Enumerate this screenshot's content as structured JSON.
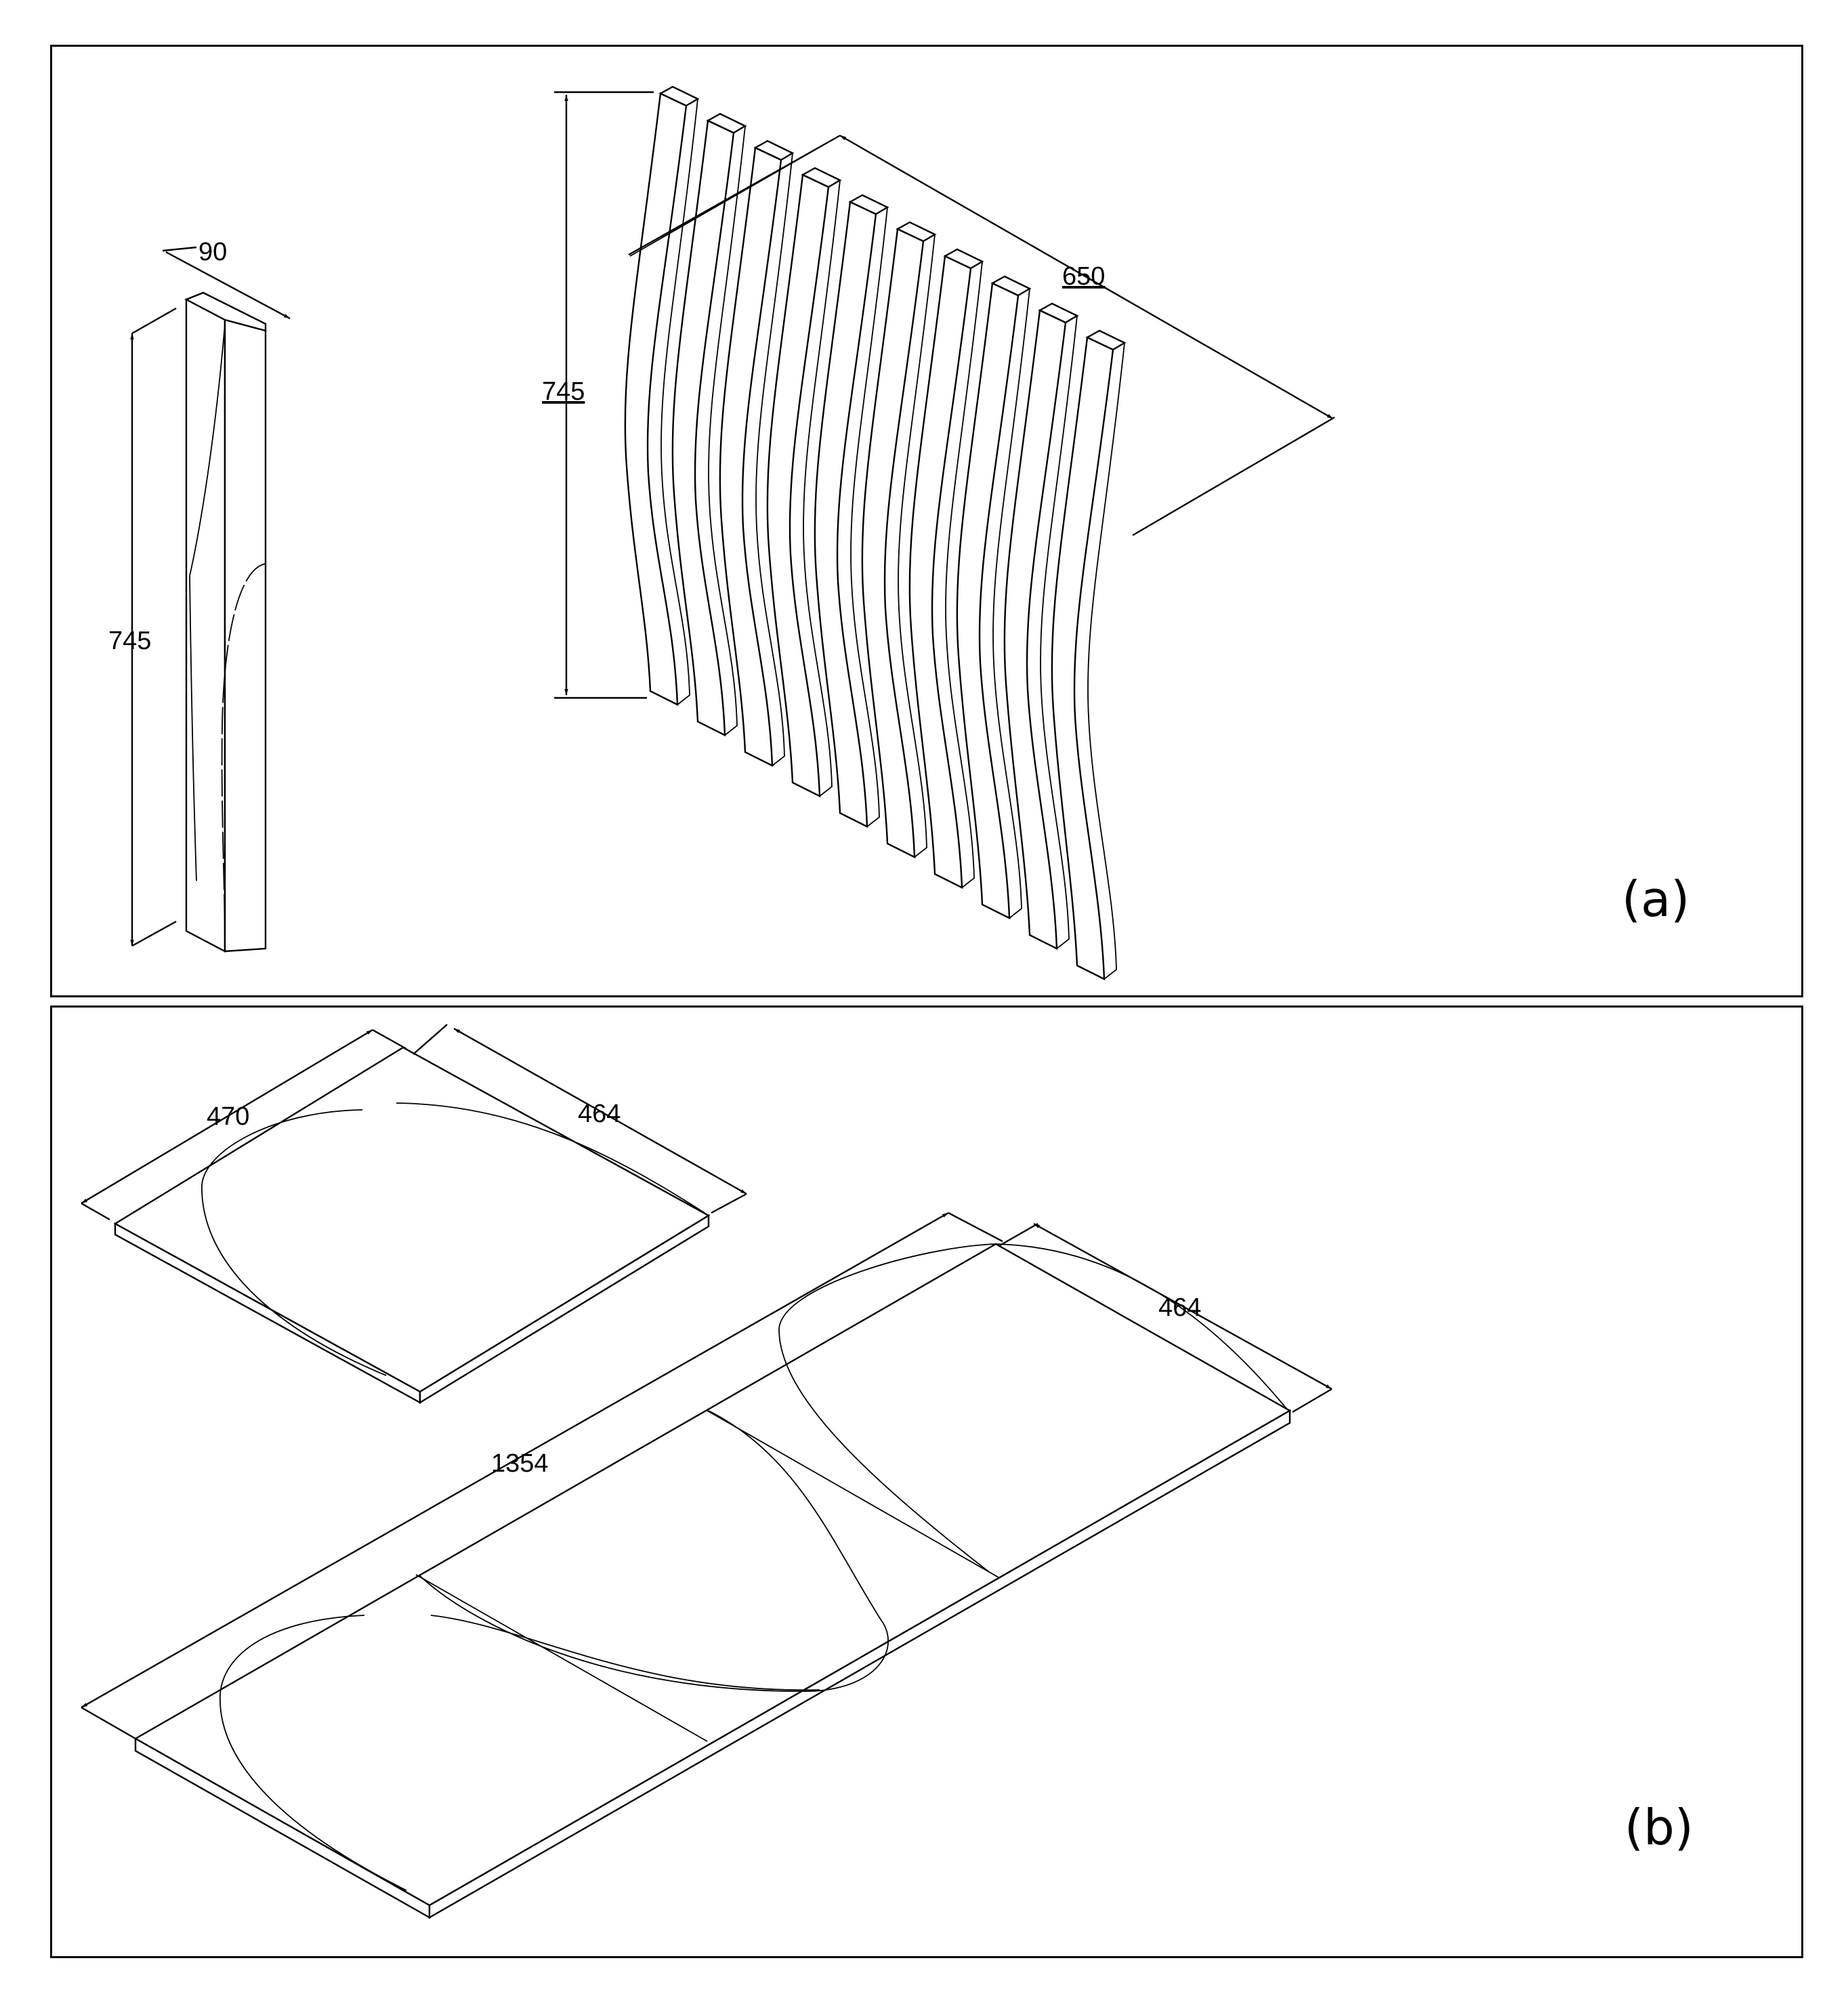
{
  "panel_a": {
    "label": "(a)",
    "single_strip": {
      "height_dim": "745",
      "thickness_dim": "90"
    },
    "strip_assembly": {
      "height_dim": "745",
      "width_dim": "650"
    }
  },
  "panel_b": {
    "label": "(b)",
    "single_plate": {
      "length_dim": "470",
      "width_dim": "464"
    },
    "plate_assembly": {
      "length_dim": "1354",
      "width_dim": "464"
    }
  }
}
